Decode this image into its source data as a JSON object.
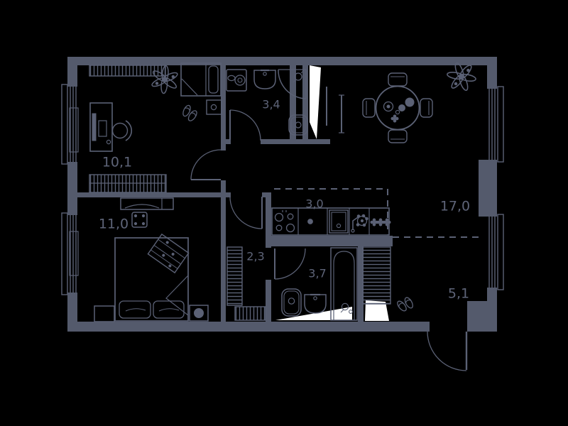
{
  "plan": {
    "title": "apartment-floor-plan",
    "rooms": [
      {
        "id": "room-10-1",
        "label": "10,1"
      },
      {
        "id": "room-11-0",
        "label": "11,0"
      },
      {
        "id": "bathroom-3-4",
        "label": "3,4"
      },
      {
        "id": "kitchen-3-0",
        "label": "3,0"
      },
      {
        "id": "corridor-2-3",
        "label": "2,3"
      },
      {
        "id": "bathroom-3-7",
        "label": "3,7"
      },
      {
        "id": "living-17-0",
        "label": "17,0"
      },
      {
        "id": "hall-5-1",
        "label": "5,1"
      }
    ],
    "colors": {
      "background": "#000000",
      "wall": "#545a6c",
      "line": "#5b6175",
      "text": "#5e6478",
      "door_leaf_white": "#ffffff"
    },
    "icons": [
      "wardrobe-hatch",
      "desk",
      "office-chair",
      "single-bed",
      "nightstand",
      "plant",
      "slippers",
      "shelf-hatch",
      "double-bed",
      "pillow",
      "plaid-throw",
      "dresser",
      "bedside-table",
      "pouf",
      "washing-machine",
      "bathroom-sink",
      "shower",
      "toilet",
      "bathtub",
      "stove",
      "kitchen-sink",
      "kitchen-counter",
      "dining-table",
      "dining-chair",
      "tableware",
      "radiator",
      "window",
      "door-arc",
      "entrance-door"
    ]
  }
}
